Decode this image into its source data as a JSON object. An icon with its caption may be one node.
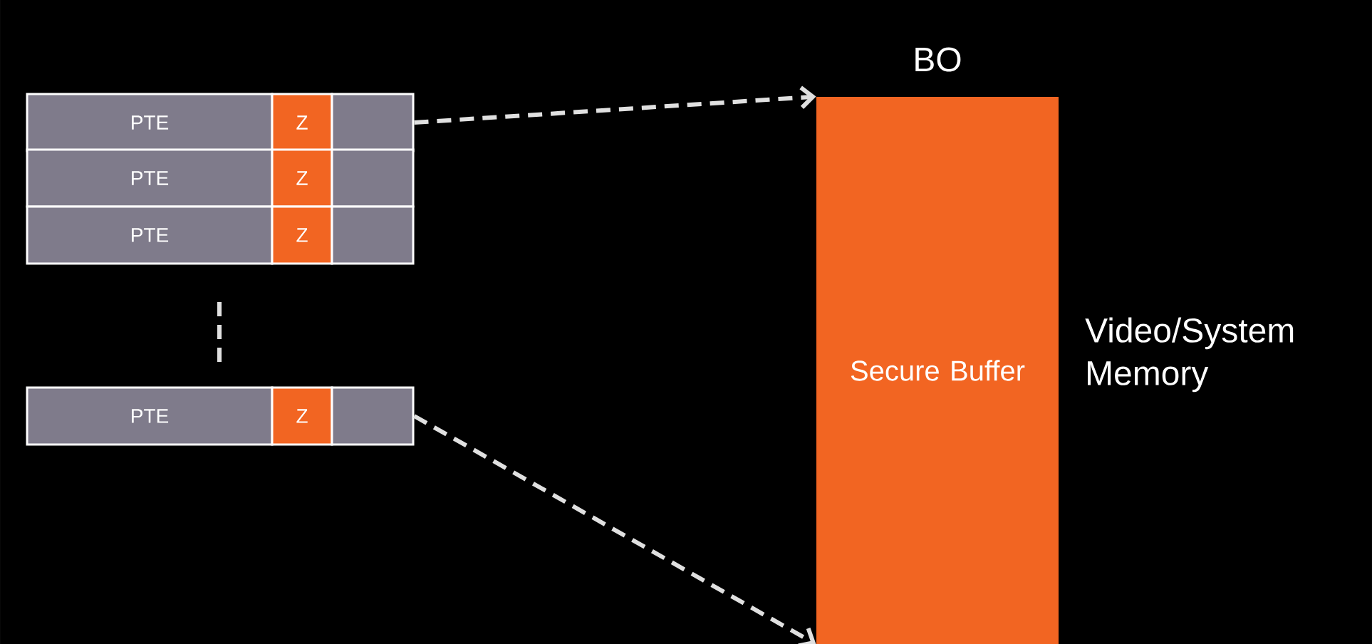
{
  "diagram": {
    "nodes": [
      {
        "text": [
          "PTE"
        ]
      },
      {
        "text": [
          "Z"
        ]
      },
      {
        "text": [],
        "shape": "box"
      },
      {
        "text": [
          "PTE"
        ]
      },
      {
        "text": [
          "Z"
        ]
      },
      {
        "text": [],
        "shape": "box"
      },
      {
        "text": [
          "PTE"
        ]
      },
      {
        "text": [
          "Z"
        ]
      },
      {
        "text": [],
        "shape": "box"
      },
      {
        "text": [
          "PTE"
        ]
      },
      {
        "text": [
          "Z"
        ]
      },
      {
        "text": [],
        "shape": "box"
      },
      {
        "text": [
          "BO",
          "Secure Buffer"
        ],
        "beside": [
          "Video/System Memory"
        ]
      }
    ],
    "edges": [
      {
        "from": 2,
        "to": 12,
        "arrow": "to",
        "style": "dashed"
      },
      {
        "from": 11,
        "to": 12,
        "arrow": "to",
        "style": "dashed"
      }
    ]
  }
}
